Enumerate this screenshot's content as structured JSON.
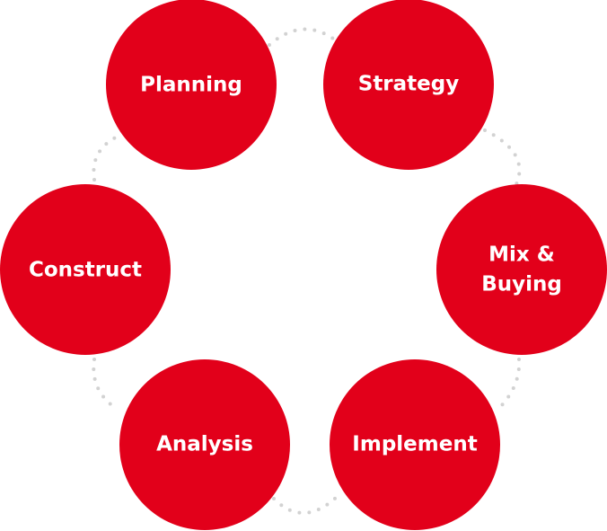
{
  "diagram": {
    "type": "cycle",
    "color": "#e2001a",
    "connector_color": "#d2d2d2",
    "stages": [
      {
        "id": "planning",
        "lines": [
          "Planning"
        ]
      },
      {
        "id": "strategy",
        "lines": [
          "Strategy"
        ]
      },
      {
        "id": "mix-buying",
        "lines": [
          "Mix &",
          "Buying"
        ]
      },
      {
        "id": "implement",
        "lines": [
          "Implement"
        ]
      },
      {
        "id": "analysis",
        "lines": [
          "Analysis"
        ]
      },
      {
        "id": "construct",
        "lines": [
          "Construct"
        ]
      }
    ]
  }
}
